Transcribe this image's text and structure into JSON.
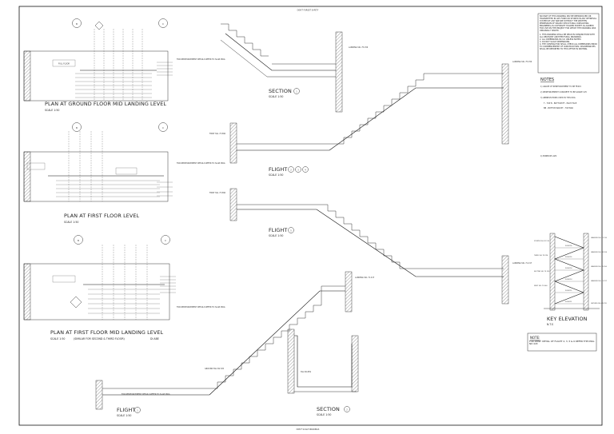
{
  "sheet": {
    "top_banner": "DON'T FORGET SAFETY",
    "bottom_banner": "DON'T SCALE DRAWINGS"
  },
  "plans": {
    "ground_mid": {
      "title": "PLAN AT GROUND FLOOR MID LANDING LEVEL",
      "scale": "SCALE 1:50",
      "grid_b": "B",
      "grid_c": "C"
    },
    "first": {
      "title": "PLAN AT FIRST FLOOR LEVEL",
      "scale": "SCALE 1:50",
      "grid_b": "B",
      "grid_c": "C"
    },
    "first_mid": {
      "title": "PLAN AT FIRST FLOOR MID LANDING LEVEL",
      "scale": "SCALE 1:50",
      "scale_note": "(SIMILAR FOR SECOND & THIRD FLOOR)",
      "note_tag": "DI ABE",
      "grid_b": "B",
      "grid_c": "C"
    }
  },
  "sections": {
    "section1": {
      "title": "SECTION",
      "scale": "SCALE 1:50",
      "marker": "1"
    },
    "flight_a": {
      "title": "FLIGHT",
      "scale": "SCALE 1:50",
      "markers": [
        "2",
        "3",
        "4"
      ]
    },
    "flight_b": {
      "title": "FLIGHT",
      "scale": "SCALE 1:50",
      "marker": "5"
    },
    "flight_c": {
      "title": "FLIGHT",
      "scale": "SCALE 1:50",
      "marker": "1"
    },
    "section2": {
      "title": "SECTION",
      "scale": "SCALE 1:50",
      "marker": "2"
    }
  },
  "levels": {
    "landing_top": "LANDING SSL 75.150",
    "landing_right": "LANDING SSL 75.150",
    "first_a": "FIRST SSL 73.560",
    "first_b": "FIRST SSL 73.560",
    "landing_mid": "LANDING SSL 71.217",
    "landing_low": "LANDING SSL 71.217",
    "ground": "GROUND SSL 69.720",
    "ssl_lower": "SSL 69.659"
  },
  "callouts": {
    "reinf_ground": "FOR REINFORCEMENT DETAILS REFER TO SLAB DWG",
    "reinf_first": "FOR REINFORCEMENT DETAILS REFER TO SLAB DWG",
    "reinf_mid": "FOR REINFORCEMENT DETAILS REFER TO SLAB DWG",
    "reinf_flight": "FOR REINFORCEMENT DETAILS REFER TO SLAB DWG",
    "full_floor": "FULL FLOOR"
  },
  "notes_box": {
    "disclaimer": "NO PART OF THIS DRAWING MAY BE REPRODUCED OR TRANSMITTED IN ANY FORM OR STORED IN ANY RETRIEVAL SYSTEM OF ANY NATURE WITHOUT THE WRITTEN PERMISSION OF MALIBU STRUCTURAL CONSULTING ENGINEERS AS COPYRIGHT HOLDER EXCEPT AS AGREED FOR USE ON THE PROJECT FOR WHICH THE DRAWING WAS ORIGINALLY ISSUED.",
    "general": [
      "1. THIS DRAWING SHALL BE READ IN CONJUNCTION WITH ALL RELEVANT ARCHITECTURAL DRAWINGS.",
      "2. ALL DIMENSIONS IN mm UNLESS NOTED.",
      "3. DO NOT SCALE DIMENSIONS.",
      "4. THE CONTRACTOR SHALL CHECK ALL DIMENSIONS PRIOR TO COMMENCEMENT OF CONSTRUCTION. DISCREPANCIES SHALL BE REPORTED TO THIS OFFICE IN WRITING."
    ],
    "notes_heading": "NOTES",
    "notes": [
      "1) GRADE OF REINFORCEMENT TO BE FE415",
      "2) REINFORCEMENT CONCRETE TO BE GRADE C25",
      "3) ABBREVIATIONS USED IN THIS DRG",
      "T - TOP    B - BOTTOM    EF - EACH FACE",
      "BB - BOTTOM BAR    BT - TOP BAR",
      "4) MINIMUM LAPS"
    ]
  },
  "key_elevation": {
    "title": "KEY ELEVATION",
    "scale": "N.T.S",
    "flights": [
      "FLIGHT-1",
      "FLIGHT-2",
      "FLIGHT-3",
      "FLIGHT-4",
      "FLIGHT-5",
      "FLIGHT-6"
    ],
    "levels_right": [
      "LANDING SSL 81.110",
      "LANDING SSL 78.126",
      "LANDING SSL 75.150",
      "LANDING SSL 71.217",
      "GROUND SSL 69.720"
    ],
    "levels_left": [
      "FOURTH SSL 81.110",
      "THIRD SSL 78.126",
      "SECOND SSL 75.150",
      "FIRST SSL 73.560"
    ]
  },
  "note_box": {
    "heading": "NOTE:",
    "text": "FOR REINF. DETAIL OF FLIGHT 2, 3, 5 & 6 REFER THE DWG NO 443"
  }
}
